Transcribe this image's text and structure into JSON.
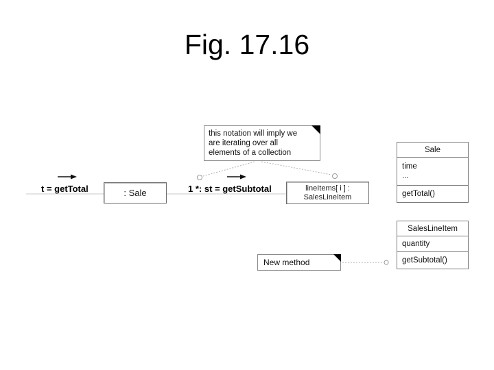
{
  "title": "Fig. 17.16",
  "diagram": {
    "iteration_note": {
      "lines": [
        "this notation will imply we",
        "are iterating over all",
        "elements of a collection"
      ]
    },
    "new_method_note": {
      "text": "New method"
    },
    "messages": [
      {
        "label": "t = getTotal"
      },
      {
        "label": "1 *: st = getSubtotal"
      }
    ],
    "sale_instance": {
      "label": ": Sale"
    },
    "lineitem_instance": {
      "lines": [
        "lineItems[ i ] :",
        "SalesLineItem"
      ]
    },
    "sale_class": {
      "name": "Sale",
      "attributes": [
        "time",
        "..."
      ],
      "methods": [
        "getTotal()"
      ]
    },
    "saleslineitem_class": {
      "name": "SalesLineItem",
      "attributes": [
        "quantity"
      ],
      "methods": [
        "getSubtotal()"
      ]
    },
    "colors": {
      "link_line": "#c9c9c9",
      "note_connector": "#b0b0b0",
      "box_border": "#7a7a7a",
      "arrow_black": "#111111"
    }
  }
}
